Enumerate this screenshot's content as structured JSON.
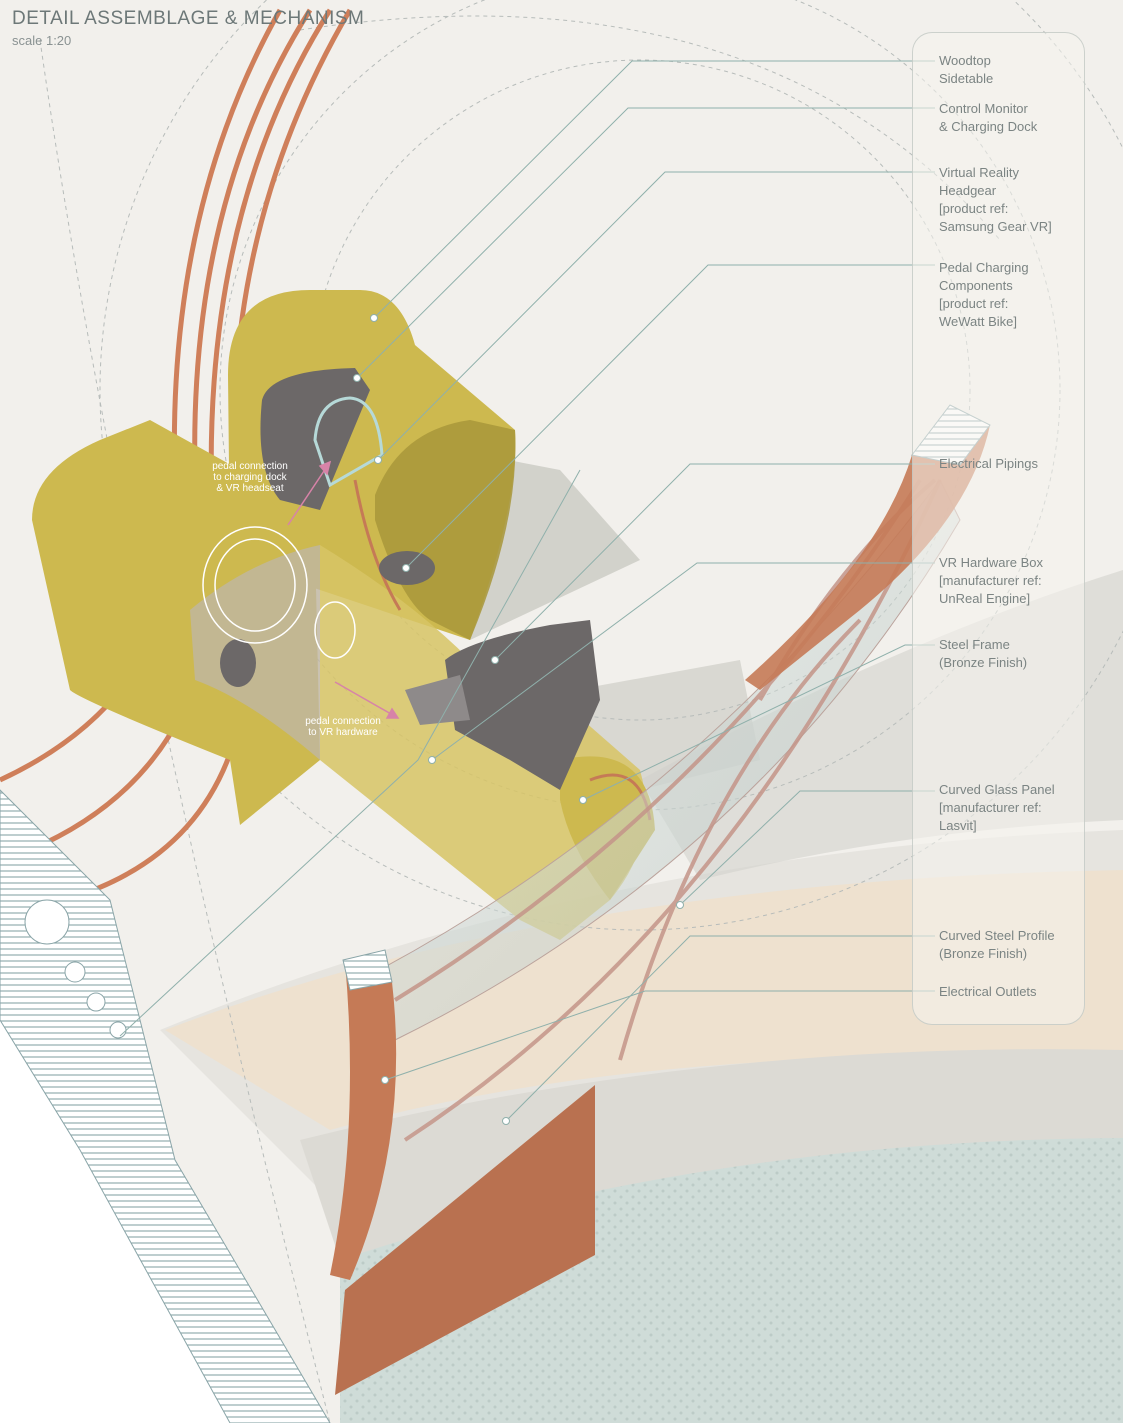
{
  "header": {
    "title": "DETAIL ASSEMBLAGE & MECHANISM",
    "scale": "scale 1:20"
  },
  "legend": [
    {
      "id": "woodtop-sidetable",
      "label": "Woodtop\nSidetable"
    },
    {
      "id": "control-monitor",
      "label": "Control Monitor\n& Charging Dock"
    },
    {
      "id": "vr-headgear",
      "label": "Virtual Reality\nHeadgear\n[product ref:\nSamsung Gear VR]"
    },
    {
      "id": "pedal-charging",
      "label": "Pedal Charging\nComponents\n[product ref:\nWeWatt Bike]"
    },
    {
      "id": "electrical-pipings",
      "label": "Electrical Pipings"
    },
    {
      "id": "vr-hardware-box",
      "label": "VR Hardware Box\n[manufacturer ref:\nUnReal Engine]"
    },
    {
      "id": "steel-frame",
      "label": "Steel Frame\n(Bronze Finish)"
    },
    {
      "id": "curved-glass-panel",
      "label": "Curved Glass Panel\n[manufacturer ref:\nLasvit]"
    },
    {
      "id": "curved-steel-profile",
      "label": "Curved Steel Profile\n(Bronze Finish)"
    },
    {
      "id": "electrical-outlets",
      "label": "Electrical Outlets"
    }
  ],
  "annotations": {
    "pedal_to_dock": "pedal connection\nto charging dock\n& VR headseat",
    "pedal_to_hardware": "pedal connection\nto VR hardware"
  },
  "colors": {
    "background": "#f2f0ec",
    "pod_yellow": "#cdb94f",
    "pod_dark": "#a8973a",
    "copper": "#c57a56",
    "copper_dark": "#a8613f",
    "floor_blue": "#cfdcd8",
    "beige_ring": "#efe0cc",
    "leader_line": "#8fb0ab",
    "seat_grey": "#6c6868"
  }
}
